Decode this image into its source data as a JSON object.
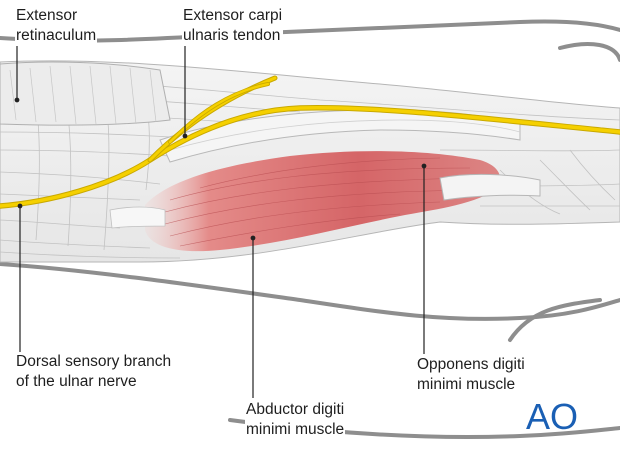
{
  "labels": {
    "extensor_retinaculum": [
      "Extensor",
      "retinaculum"
    ],
    "ecu_tendon": [
      "Extensor carpi",
      "ulnaris tendon"
    ],
    "dorsal_sensory_branch": [
      "Dorsal sensory branch",
      "of the ulnar nerve"
    ],
    "opponens": [
      "Opponens digiti",
      "minimi muscle"
    ],
    "abductor": [
      "Abductor digiti",
      "minimi muscle"
    ]
  },
  "logo_text": "AO",
  "colors": {
    "nerve": "#f5d000",
    "muscle": "#d9676a",
    "tendon": "#f2f2f2",
    "outline": "#9a9a9a",
    "logo": "#1a5fb4",
    "leader": "#222222"
  }
}
